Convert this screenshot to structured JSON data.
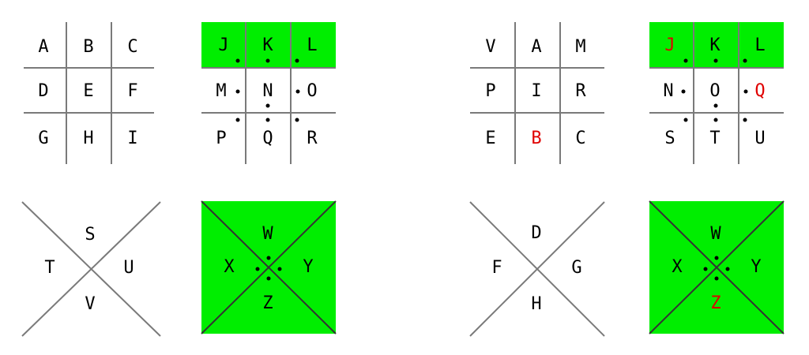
{
  "colors": {
    "fill": "#00ee00",
    "line": "#7a7a7a",
    "text": "#000000",
    "highlight": "#e00000"
  },
  "left": {
    "grid_plain": [
      "A",
      "B",
      "C",
      "D",
      "E",
      "F",
      "G",
      "H",
      "I"
    ],
    "grid_dotted": [
      "J",
      "K",
      "L",
      "M",
      "N",
      "O",
      "P",
      "Q",
      "R"
    ],
    "x_plain": {
      "top": "S",
      "left": "T",
      "right": "U",
      "bottom": "V"
    },
    "x_dotted": {
      "top": "W",
      "left": "X",
      "right": "Y",
      "bottom": "Z"
    }
  },
  "right": {
    "grid_plain": [
      "V",
      "A",
      "M",
      "P",
      "I",
      "R",
      "E",
      "B",
      "C"
    ],
    "grid_dotted": [
      "J",
      "K",
      "L",
      "N",
      "O",
      "Q",
      "S",
      "T",
      "U"
    ],
    "x_plain": {
      "top": "D",
      "left": "F",
      "right": "G",
      "bottom": "H"
    },
    "x_dotted": {
      "top": "W",
      "left": "X",
      "right": "Y",
      "bottom": "Z"
    }
  },
  "highlighted": [
    "right.grid_plain.7",
    "right.grid_dotted.0",
    "right.grid_dotted.5",
    "right.x_dotted.bottom"
  ]
}
